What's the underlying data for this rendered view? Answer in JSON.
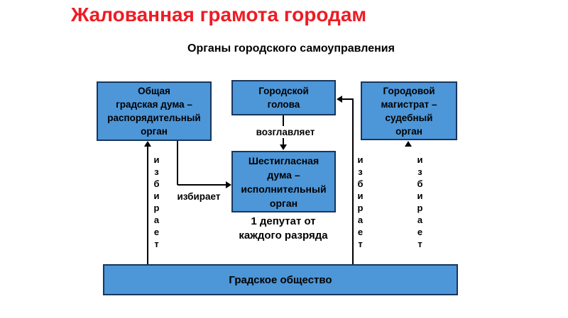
{
  "title": "Жалованная грамота городам",
  "subtitle": "Органы городского самоуправления",
  "boxes": {
    "general_duma": "Общая\nградская дума –\nраспорядительный\nорган",
    "city_head": "Городской\nголова",
    "magistrate": "Городовой\nмагистрат –\nсудебный\nорган",
    "six_voice_duma": "Шестигласная\nдума –\nисполнительный\nорган",
    "city_society": "Градское общество"
  },
  "labels": {
    "heads": "возглавляет",
    "elects": "избирает",
    "deputy_note": "1 депутат от\nкаждого разряда"
  },
  "colors": {
    "title_red": "#ED1C24",
    "box_fill": "#4D96D8",
    "box_border": "#17365D",
    "text": "#000000",
    "background": "#FFFFFF"
  }
}
